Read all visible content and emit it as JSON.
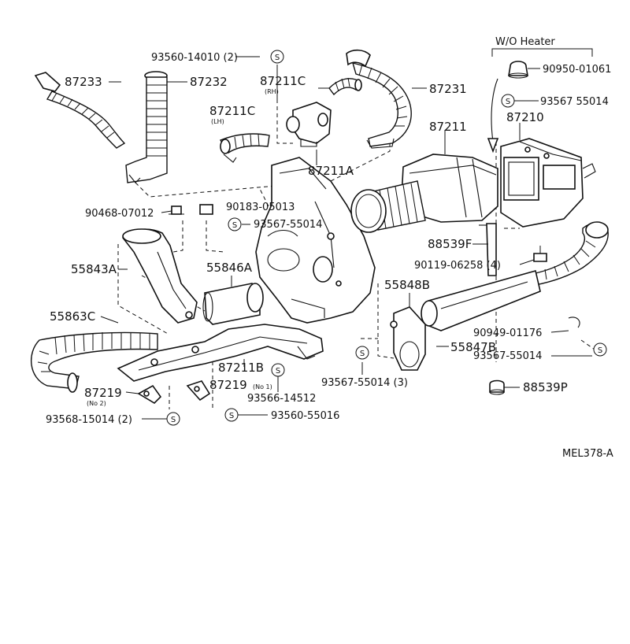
{
  "header": {
    "wo_heater": "W/O Heater"
  },
  "symbol": "S",
  "labels": {
    "p87233": "87233",
    "p87232": "87232",
    "p93560_14010": "93560-14010 (2)",
    "p87211c_rh": "87211C",
    "p87211c_rh_note": "(RH)",
    "p87211c_lh": "87211C",
    "p87211c_lh_note": "(LH)",
    "p87231": "87231",
    "p90950_01061": "90950-01061",
    "p93567_top": "93567 55014",
    "p87211": "87211",
    "p87210": "87210",
    "p87211a": "87211A",
    "p90468_07012": "90468-07012",
    "p90183_05013": "90183-05013",
    "p93567_mid": "93567-55014",
    "p88539f": "88539F",
    "p90119_06258": "90119-06258 (4)",
    "p55843a": "55843A",
    "p55846a": "55846A",
    "p55848b": "55848B",
    "p55863c": "55863C",
    "p90949_01176": "90949-01176",
    "p55847b": "55847B",
    "p93567_right": "93567-55014",
    "p87211b": "87211B",
    "p87219_no1": "87219",
    "p87219_no1_note": "(No 1)",
    "p93566_14512": "93566-14512",
    "p93567_3": "93567-55014 (3)",
    "p88539p": "88539P",
    "p87219_no2": "87219",
    "p87219_no2_note": "(No 2)",
    "p93568_15014": "93568-15014 (2)",
    "p93560_55016": "93560-55016"
  },
  "footer": {
    "code": "MEL378-A"
  }
}
